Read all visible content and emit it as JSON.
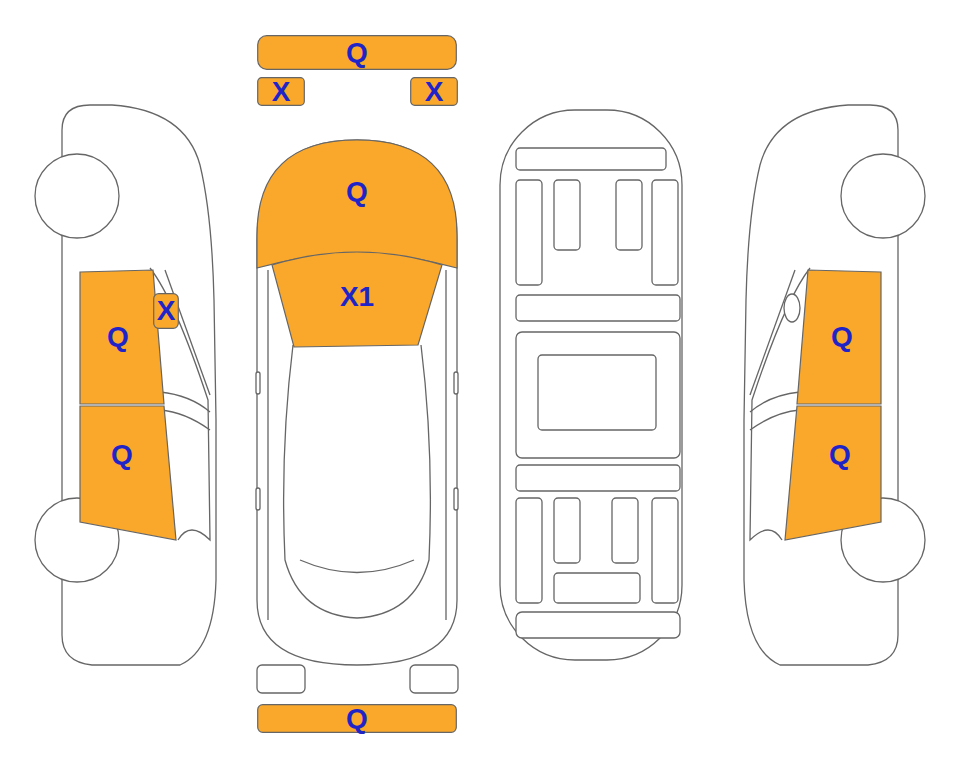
{
  "diagram": {
    "nodes": [
      {
        "text": [
          "Q"
        ]
      },
      {
        "text": [
          "X"
        ]
      },
      {
        "text": [
          "X"
        ]
      },
      {
        "text": [
          "Q"
        ]
      },
      {
        "text": [
          "X1"
        ]
      },
      {
        "text": [
          "Q"
        ]
      },
      {
        "text": [
          "X"
        ]
      },
      {
        "text": [
          "Q"
        ]
      },
      {
        "text": [
          "Q"
        ]
      },
      {
        "text": [
          "Q"
        ]
      },
      {
        "text": [
          "Q"
        ]
      }
    ]
  }
}
